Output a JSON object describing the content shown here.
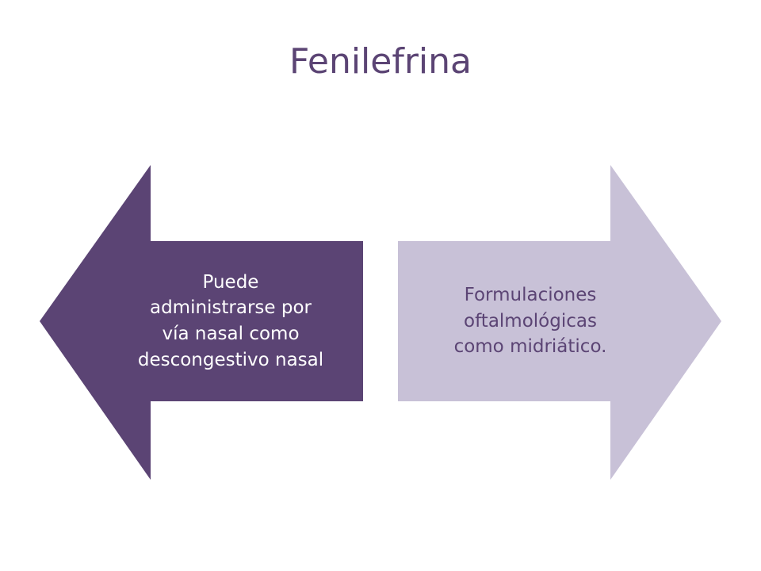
{
  "slide": {
    "title": "Fenilefrina"
  },
  "diagram": {
    "left_arrow": {
      "text": "Puede\nadministrarse por\nvía nasal como\ndescongestivo nasal",
      "fill": "#5b4474",
      "text_color": "#ffffff"
    },
    "right_arrow": {
      "text": "Formulaciones\noftalmológicas\ncomo midriático.",
      "fill": "#c8c1d7",
      "text_color": "#5b4474"
    }
  }
}
